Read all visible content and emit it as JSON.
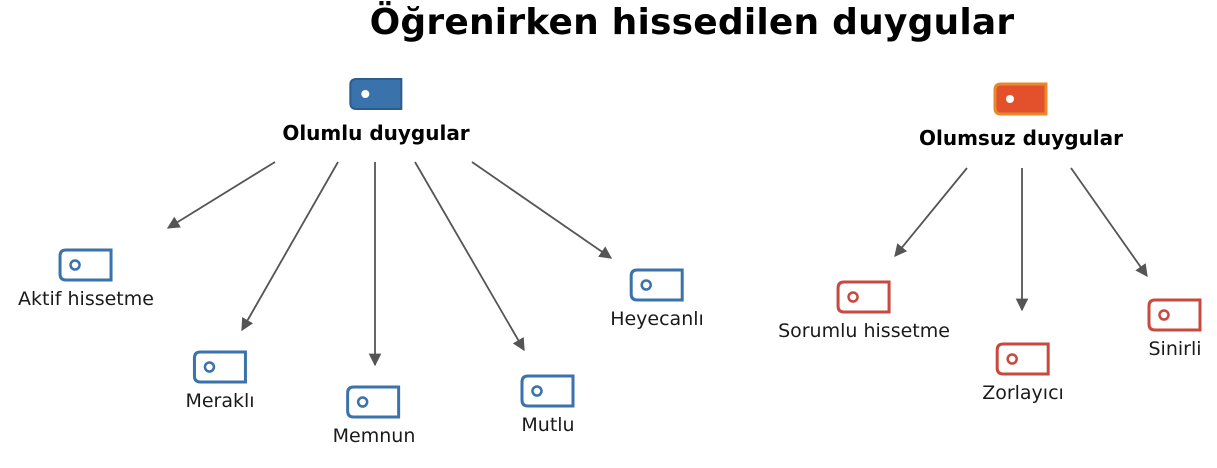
{
  "title": "Öğrenirken hissedilen duygular",
  "colors": {
    "positive": "#3a72ab",
    "negative": "#c8493e",
    "negative_fill": "#e2512b",
    "negative_outline": "#e8882a",
    "arrow": "#555555"
  },
  "positive": {
    "label": "Olumlu duygular",
    "children": [
      "Aktif hissetme",
      "Meraklı",
      "Memnun",
      "Mutlu",
      "Heyecanlı"
    ]
  },
  "negative": {
    "label": "Olumsuz duygular",
    "children": [
      "Sorumlu hissetme",
      "Zorlayıcı",
      "Sinirli"
    ]
  },
  "icons": {
    "node": "tag-icon"
  }
}
